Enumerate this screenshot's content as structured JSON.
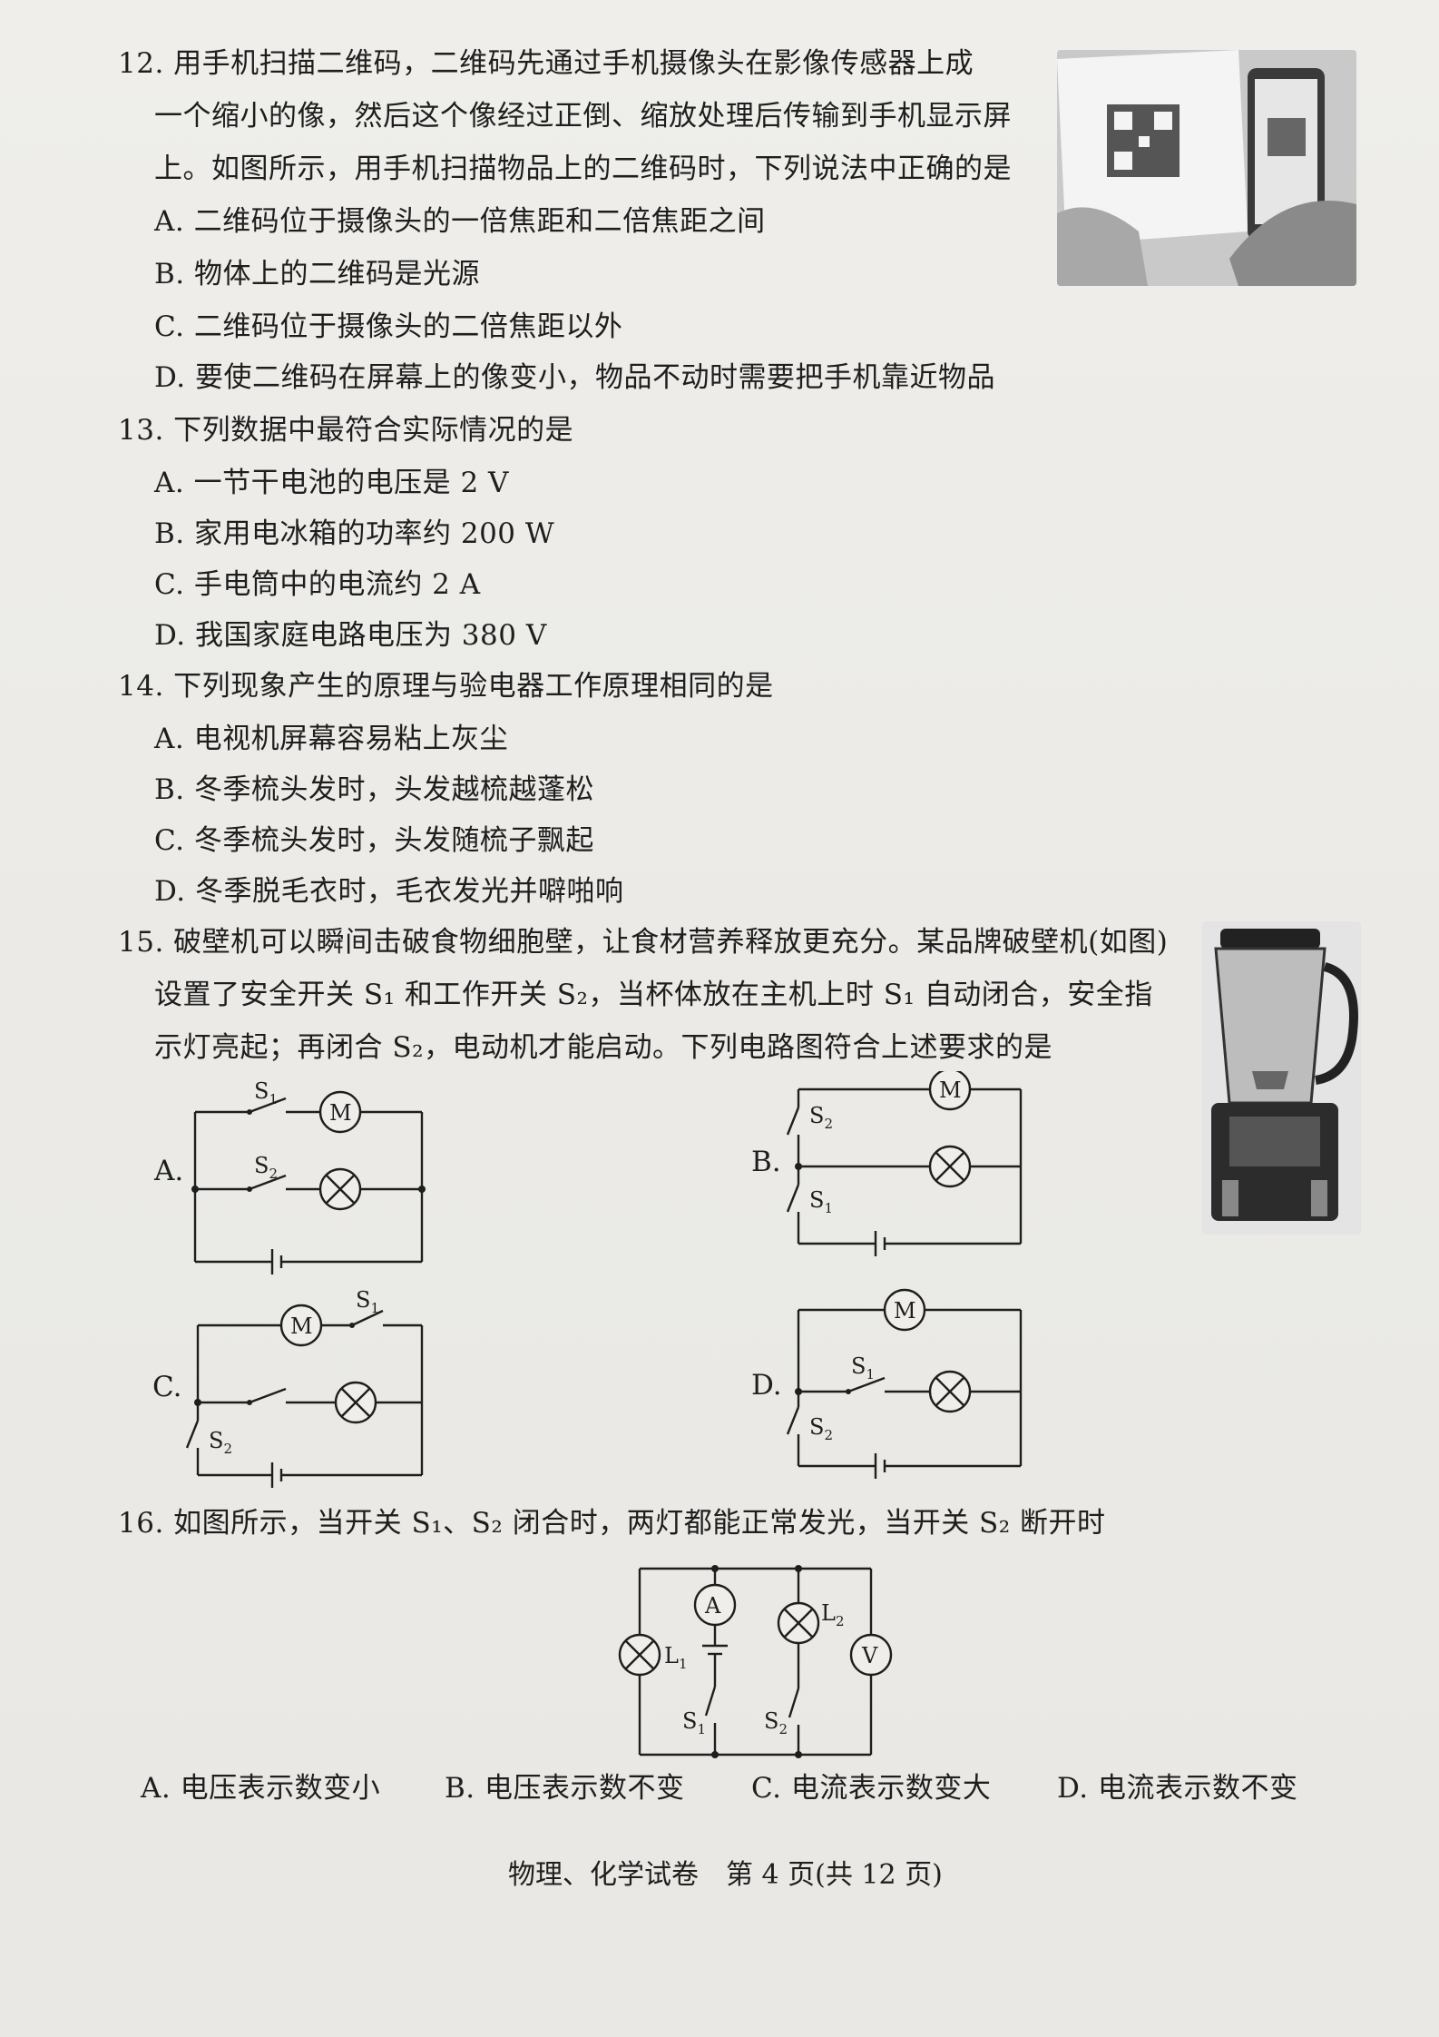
{
  "q12": {
    "lines": [
      "12. 用手机扫描二维码，二维码先通过手机摄像头在影像传感器上成",
      "一个缩小的像，然后这个像经过正倒、缩放处理后传输到手机显示屏",
      "上。如图所示，用手机扫描物品上的二维码时，下列说法中正确的是"
    ],
    "options": [
      "A. 二维码位于摄像头的一倍焦距和二倍焦距之间",
      "B. 物体上的二维码是光源",
      "C. 二维码位于摄像头的二倍焦距以外",
      "D. 要使二维码在屏幕上的像变小，物品不动时需要把手机靠近物品"
    ]
  },
  "q13": {
    "stem": "13. 下列数据中最符合实际情况的是",
    "options": [
      "A. 一节干电池的电压是 2 V",
      "B. 家用电冰箱的功率约 200 W",
      "C. 手电筒中的电流约 2 A",
      "D. 我国家庭电路电压为 380 V"
    ]
  },
  "q14": {
    "stem": "14. 下列现象产生的原理与验电器工作原理相同的是",
    "options": [
      "A. 电视机屏幕容易粘上灰尘",
      "B. 冬季梳头发时，头发越梳越蓬松",
      "C. 冬季梳头发时，头发随梳子飘起",
      "D. 冬季脱毛衣时，毛衣发光并噼啪响"
    ]
  },
  "q15": {
    "lines": [
      "15. 破壁机可以瞬间击破食物细胞壁，让食材营养释放更充分。某品牌破壁机(如图)",
      "设置了安全开关 S₁ 和工作开关 S₂，当杯体放在主机上时 S₁ 自动闭合，安全指",
      "示灯亮起；再闭合 S₂，电动机才能启动。下列电路图符合上述要求的是"
    ],
    "option_labels": [
      "A.",
      "B.",
      "C.",
      "D."
    ],
    "motor_symbol": "M",
    "switch_letter": "S",
    "sub1": "1",
    "sub2": "2"
  },
  "q16": {
    "stem": "16. 如图所示，当开关 S₁、S₂ 闭合时，两灯都能正常发光，当开关 S₂ 断开时",
    "ammeter_symbol": "A",
    "voltmeter_symbol": "V",
    "lamp_letter": "L",
    "switch_letter": "S",
    "sub1": "1",
    "sub2": "2",
    "options": [
      "A. 电压表示数变小",
      "B. 电压表示数不变",
      "C. 电流表示数变大",
      "D. 电流表示数不变"
    ]
  },
  "footer": "物理、化学试卷　第 4 页(共 12 页)"
}
